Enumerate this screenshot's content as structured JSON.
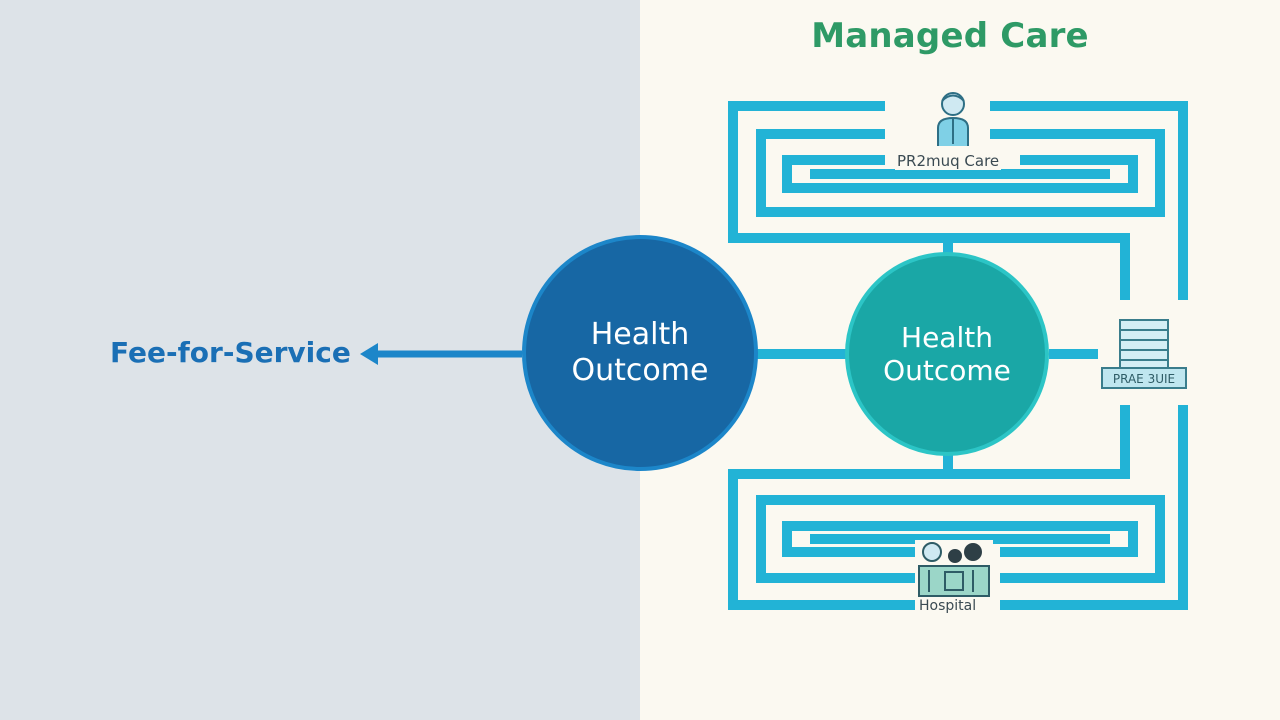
{
  "title": "Managed Care",
  "left_label": "Fee-for-Service",
  "circles": {
    "left": {
      "line1": "Health",
      "line2": "Outcome"
    },
    "right": {
      "line1": "Health",
      "line2": "Outcome"
    }
  },
  "nodes": {
    "primary_care": "PR2muq Care",
    "hospital": "Hospital",
    "specialist": "PRAE 3UIE"
  },
  "colors": {
    "left_bg": "#dde3e8",
    "right_bg": "#fbf9f1",
    "title": "#2e9a66",
    "ffs": "#1a6fb5",
    "maze": "#22b3d6",
    "circle_blue": "#1767a4",
    "circle_teal": "#1aa7a6"
  }
}
